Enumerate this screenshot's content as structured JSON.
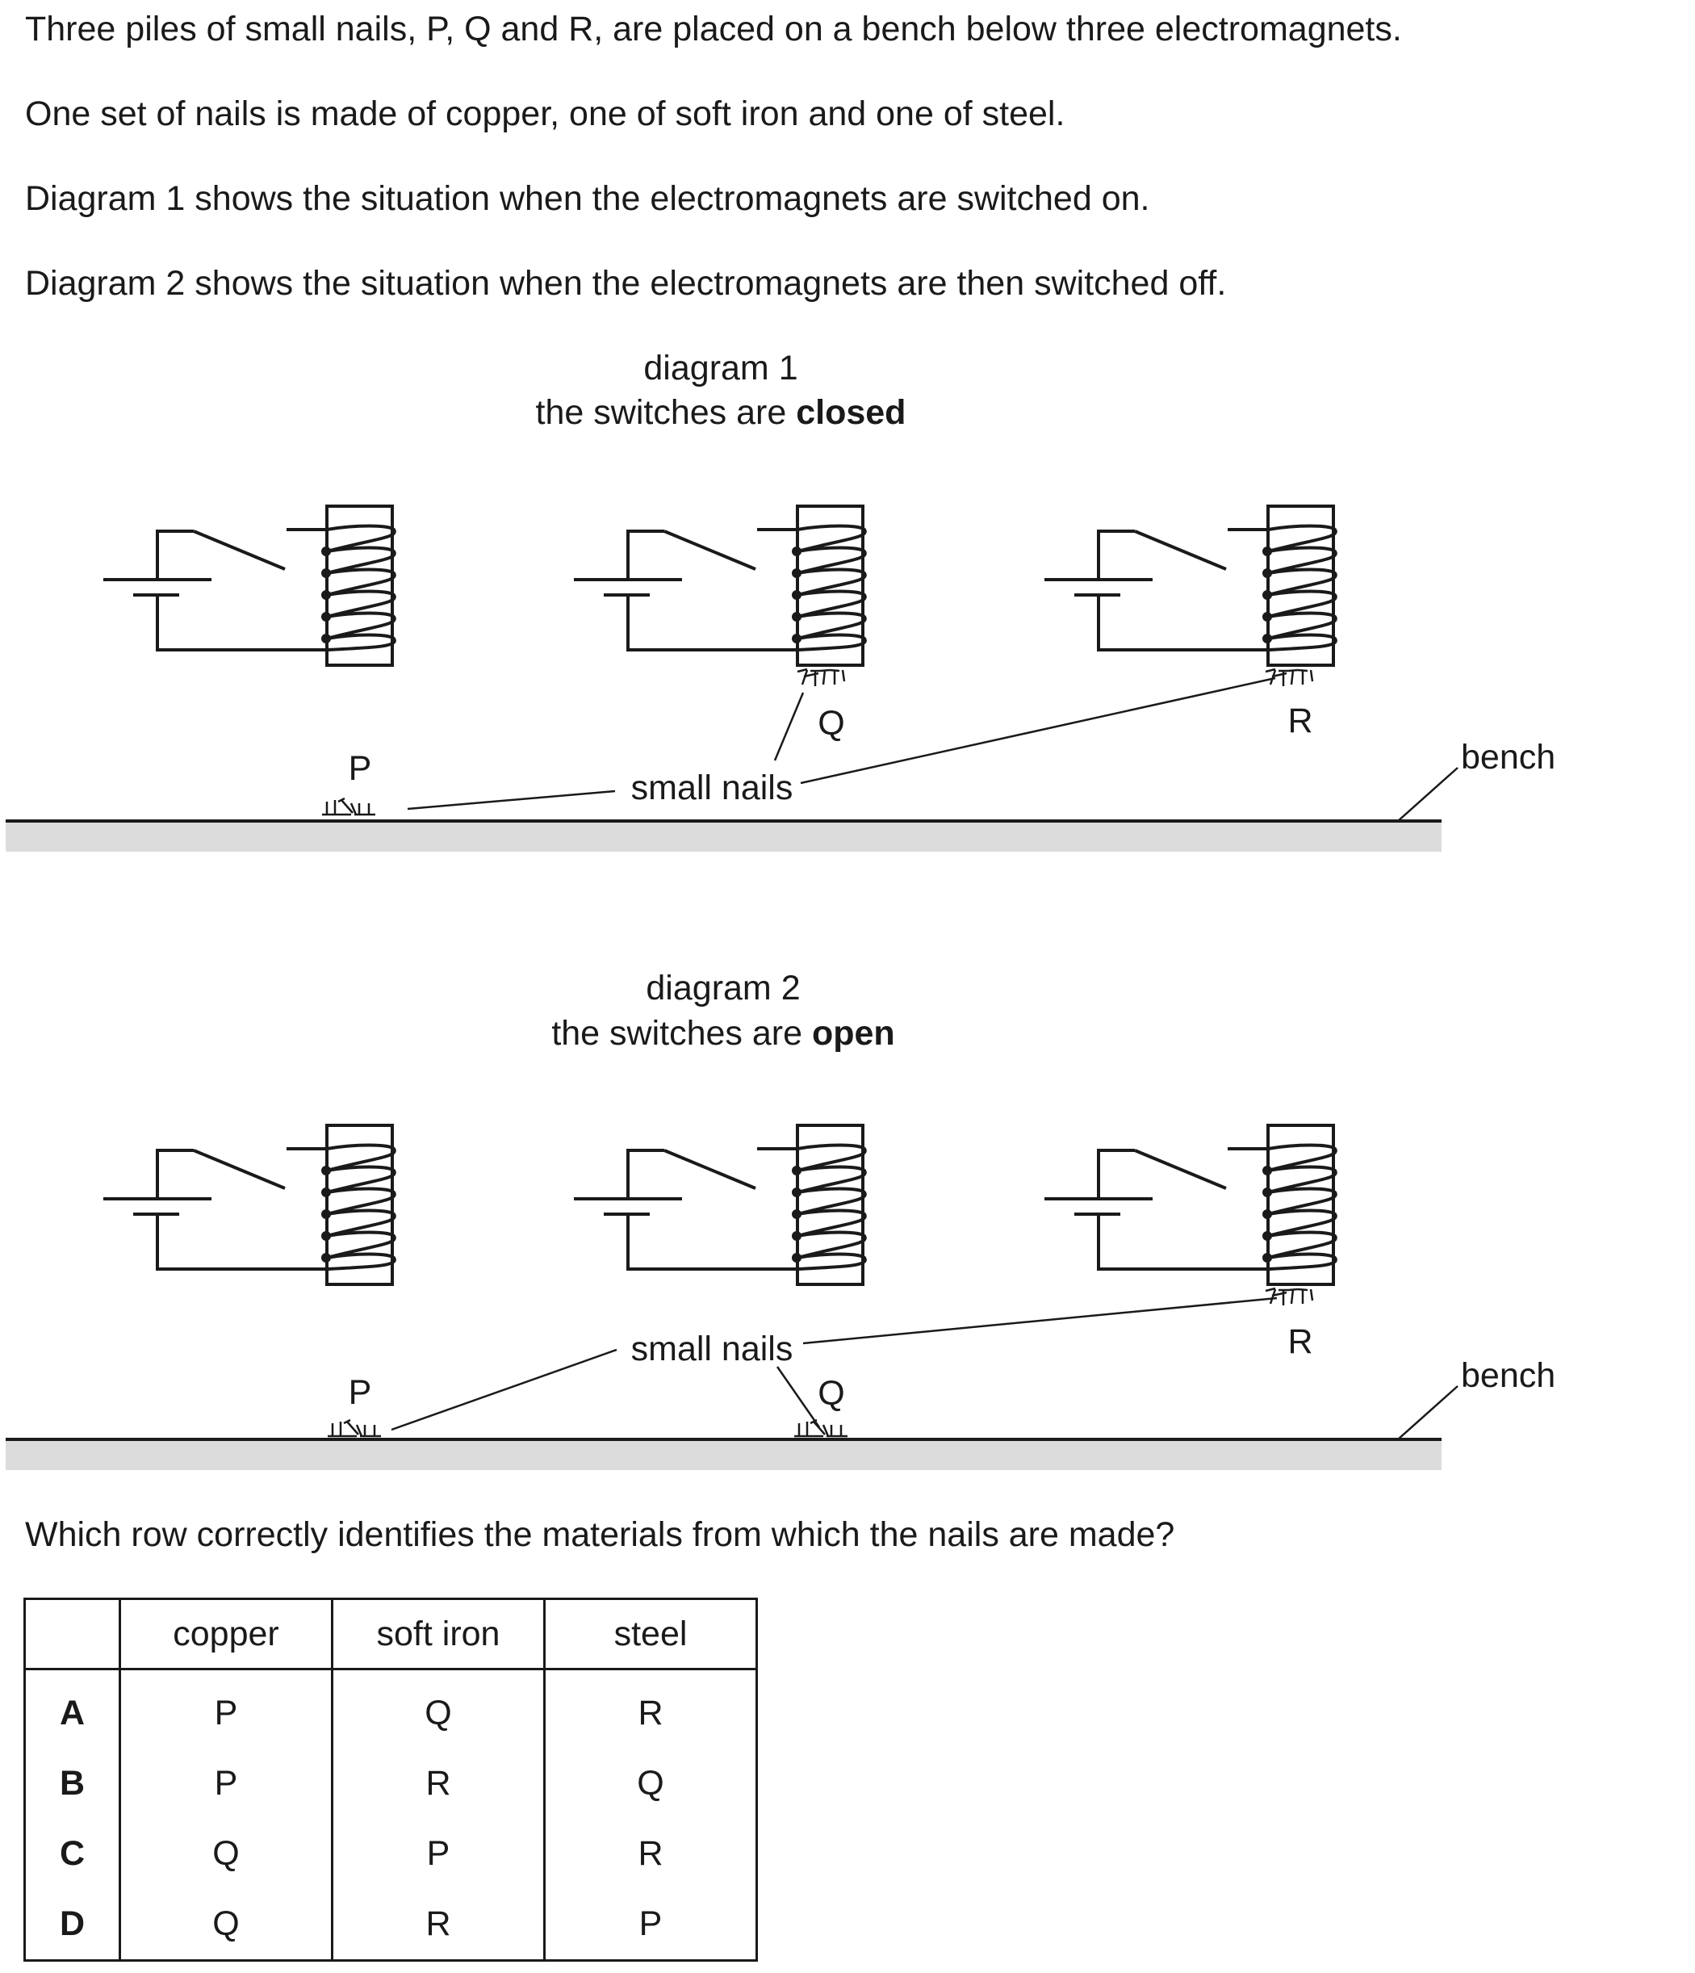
{
  "intro": [
    "Three piles of small nails, P, Q and R, are placed on a bench below three electromagnets.",
    "One set of nails is made of copper, one of soft iron and one of steel.",
    "Diagram 1 shows the situation when the electromagnets are switched on.",
    "Diagram 2 shows the situation when the electromagnets are then switched off."
  ],
  "diagram1": {
    "title": "diagram 1",
    "caption_prefix": "the switches are ",
    "caption_bold": "closed",
    "labels": {
      "p": "P",
      "q": "Q",
      "r": "R",
      "small_nails": "small nails",
      "bench": "bench"
    }
  },
  "diagram2": {
    "title": "diagram 2",
    "caption_prefix": "the switches are ",
    "caption_bold": "open",
    "labels": {
      "p": "P",
      "q": "Q",
      "r": "R",
      "small_nails": "small nails",
      "bench": "bench"
    }
  },
  "question": "Which row correctly identifies the materials from which the nails are made?",
  "table": {
    "headers": [
      "",
      "copper",
      "soft iron",
      "steel"
    ],
    "rows": [
      {
        "label": "A",
        "values": [
          "P",
          "Q",
          "R"
        ]
      },
      {
        "label": "B",
        "values": [
          "P",
          "R",
          "Q"
        ]
      },
      {
        "label": "C",
        "values": [
          "Q",
          "P",
          "R"
        ]
      },
      {
        "label": "D",
        "values": [
          "Q",
          "R",
          "P"
        ]
      }
    ]
  },
  "colors": {
    "ink": "#1a1a1a",
    "bench": "#dcdcdc"
  }
}
